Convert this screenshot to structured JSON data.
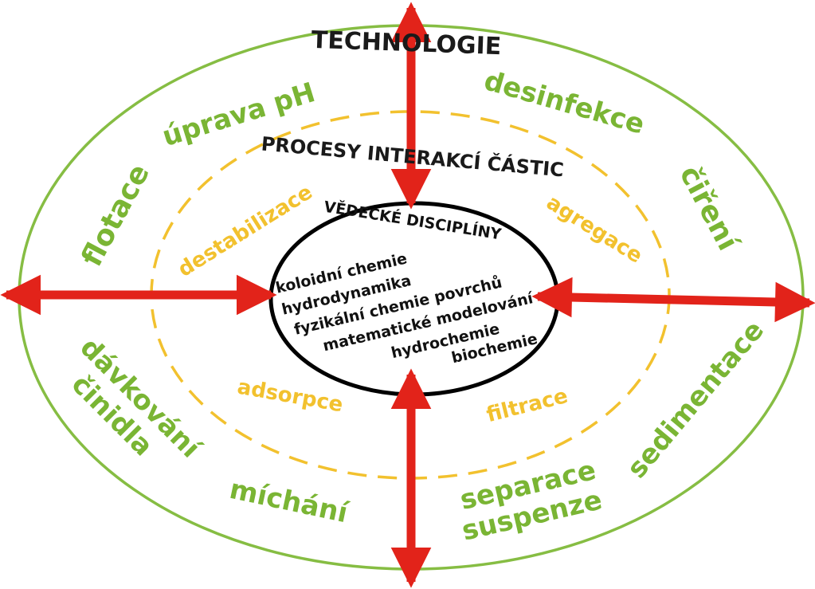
{
  "colors": {
    "outer_ring": "#86bd43",
    "middle_ring": "#f2c12e",
    "inner_ring": "#000000",
    "arrow": "#e2231a",
    "technology_labels": "#7ab534",
    "process_labels": "#f2c12e",
    "title_text": "#1a1a1a"
  },
  "outer": {
    "title": "TECHNOLOGIE",
    "labels": {
      "uprava_ph": "úprava pH",
      "desinfekce": "desinfekce",
      "flotace": "flotace",
      "cireni": "čiření",
      "davkovani": "dávkování",
      "cinidla": "činidla",
      "sedimentace": "sedimentace",
      "michani": "míchání",
      "separace": "separace",
      "suspenze": "suspenze"
    }
  },
  "middle": {
    "title": "PROCESY INTERAKCÍ ČÁSTIC",
    "labels": {
      "destabilizace": "destabilizace",
      "agregace": "agregace",
      "adsorpce": "adsorpce",
      "filtrace": "filtrace"
    }
  },
  "inner": {
    "title": "VĚDECKÉ DISCIPLÍNY",
    "disciplines": [
      "koloidní chemie",
      "hydrodynamika",
      "fyzikální chemie povrchů",
      "matematické modelování",
      "hydrochemie",
      "biochemie"
    ]
  },
  "arrows": [
    "arrow-up",
    "arrow-down",
    "arrow-left",
    "arrow-right"
  ]
}
